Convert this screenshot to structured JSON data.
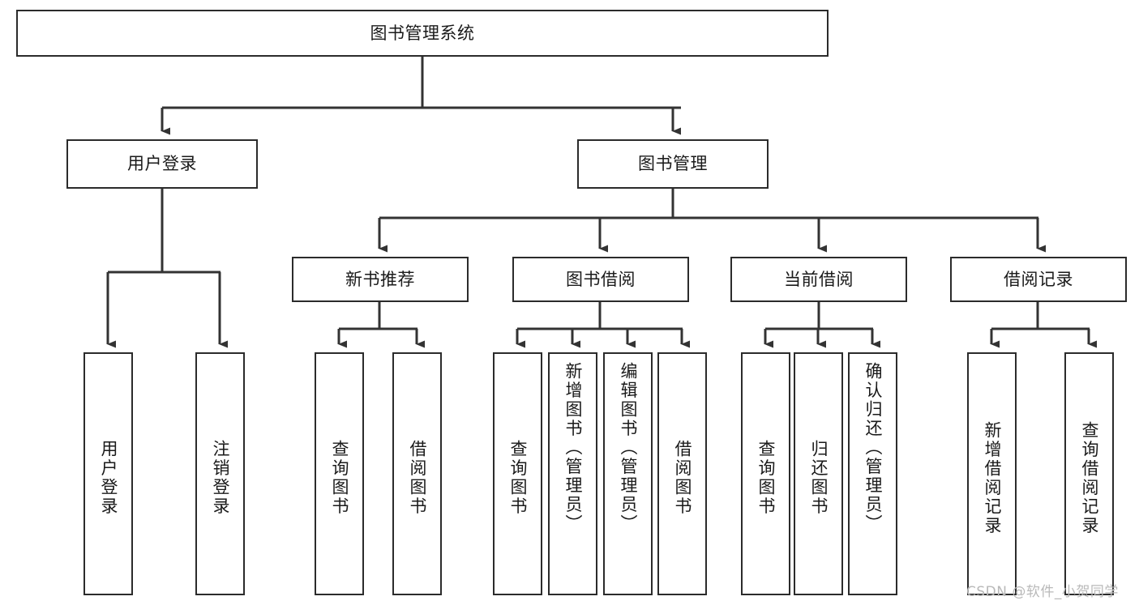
{
  "diagram": {
    "type": "tree-hierarchy-chart",
    "title": "图书管理系统",
    "root": {
      "id": "root",
      "label": "图书管理系统"
    },
    "level2": [
      {
        "id": "user-login",
        "label": "用户登录"
      },
      {
        "id": "book-manage",
        "label": "图书管理"
      }
    ],
    "level3": [
      {
        "id": "new-book-recommend",
        "label": "新书推荐",
        "parent": "book-manage"
      },
      {
        "id": "book-borrow",
        "label": "图书借阅",
        "parent": "book-manage"
      },
      {
        "id": "current-borrow",
        "label": "当前借阅",
        "parent": "book-manage"
      },
      {
        "id": "borrow-record",
        "label": "借阅记录",
        "parent": "book-manage"
      }
    ],
    "leaves": [
      {
        "id": "leaf-user-login",
        "label": "用户登录",
        "parent": "user-login"
      },
      {
        "id": "leaf-logout",
        "label": "注销登录",
        "parent": "user-login"
      },
      {
        "id": "leaf-query-book-1",
        "label": "查询图书",
        "parent": "new-book-recommend"
      },
      {
        "id": "leaf-borrow-book-1",
        "label": "借阅图书",
        "parent": "new-book-recommend"
      },
      {
        "id": "leaf-query-book-2",
        "label": "查询图书",
        "parent": "book-borrow"
      },
      {
        "id": "leaf-add-book",
        "label": "新增图书（管理员）",
        "parent": "book-borrow"
      },
      {
        "id": "leaf-edit-book",
        "label": "编辑图书（管理员）",
        "parent": "book-borrow"
      },
      {
        "id": "leaf-borrow-book-2",
        "label": "借阅图书",
        "parent": "book-borrow"
      },
      {
        "id": "leaf-query-book-3",
        "label": "查询图书",
        "parent": "current-borrow"
      },
      {
        "id": "leaf-return-book",
        "label": "归还图书",
        "parent": "current-borrow"
      },
      {
        "id": "leaf-confirm-return",
        "label": "确认归还（管理员）",
        "parent": "current-borrow"
      },
      {
        "id": "leaf-add-record",
        "label": "新增借阅记录",
        "parent": "borrow-record"
      },
      {
        "id": "leaf-query-record",
        "label": "查询借阅记录",
        "parent": "borrow-record"
      }
    ],
    "colors": {
      "box_border": "#2b2b2b",
      "box_fill": "#ffffff",
      "connector": "#333333",
      "text": "#1a1a1a",
      "watermark": "#b9b9b9",
      "background": "#ffffff"
    }
  },
  "watermark": {
    "text": "CSDN @软件_小贺同学"
  }
}
